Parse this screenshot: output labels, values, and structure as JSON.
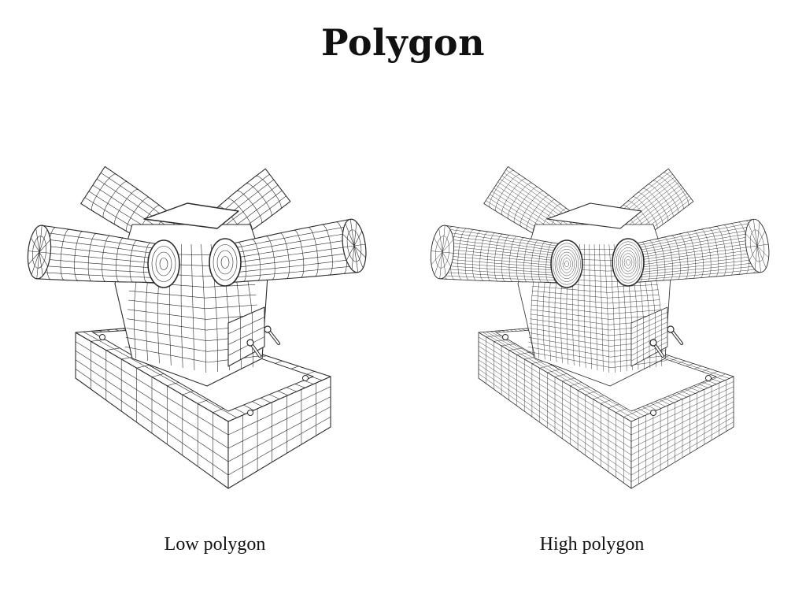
{
  "page": {
    "title": "Polygon"
  },
  "panels": [
    {
      "caption": "Low polygon"
    },
    {
      "caption": "High polygon"
    }
  ],
  "style": {
    "stroke_color": "#2a2a2a",
    "background": "#ffffff"
  }
}
